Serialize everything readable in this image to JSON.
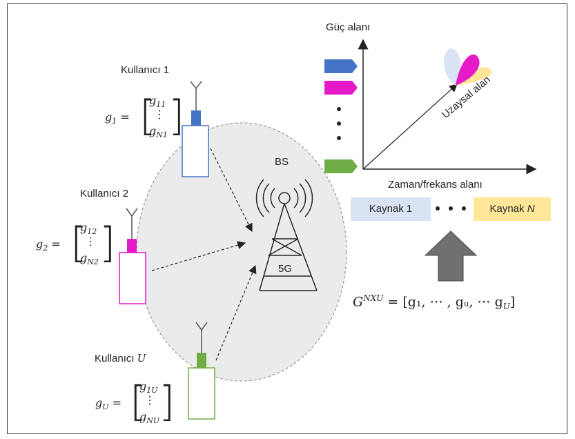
{
  "users": [
    {
      "label": "Kullanıcı 1",
      "vec_name": "g",
      "vec_sub": "1",
      "entries": [
        "g",
        "⋮",
        "g"
      ],
      "entry_subs": [
        "11",
        "",
        "N1"
      ],
      "color": "#4472c4"
    },
    {
      "label": "Kullanıcı 2",
      "vec_name": "g",
      "vec_sub": "2",
      "entries": [
        "g",
        "⋮",
        "g"
      ],
      "entry_subs": [
        "12",
        "",
        "N2"
      ],
      "color": "#e619c8"
    },
    {
      "label": "Kullanıcı",
      "label_var": "U",
      "vec_name": "g",
      "vec_sub": "U",
      "entries": [
        "g",
        "⋮",
        "g"
      ],
      "entry_subs": [
        "1U",
        "",
        "NU"
      ],
      "color": "#70ad47"
    }
  ],
  "base_station": {
    "label": "BS",
    "tech": "5G"
  },
  "axes": {
    "power": "Güç alanı",
    "time_freq": "Zaman/frekans alanı",
    "spatial": "Uzaysal alan"
  },
  "resources": {
    "first": "Kaynak 1",
    "last_word": "Kaynak",
    "last_var": "N",
    "first_color": "#dae3f3",
    "last_color": "#ffe699"
  },
  "matrix_formula": {
    "lhs": "G",
    "sup": "NXU",
    "rhs": "= [g₁, ⋯ , gᵤ, ⋯ g"
  }
}
